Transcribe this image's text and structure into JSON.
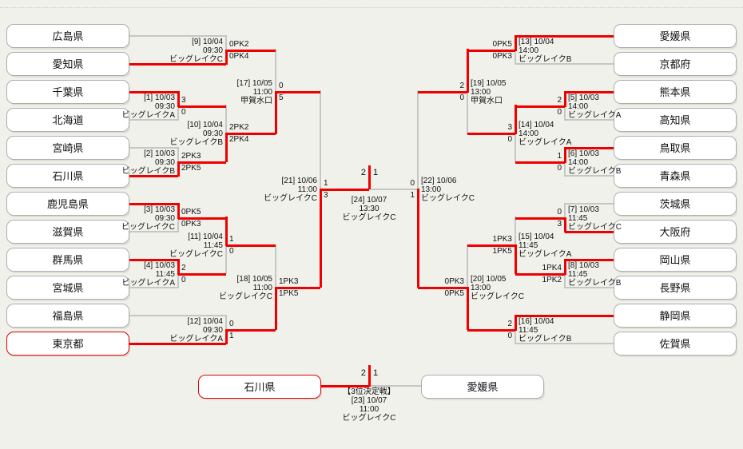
{
  "colors": {
    "background": "#f1f1ec",
    "box_fill": "#ffffff",
    "box_border": "#adadad",
    "highlight_border": "#dd0000",
    "line_gray": "#c6c6c6",
    "line_red": "#ee0000"
  },
  "bracket": {
    "teams_left": [
      {
        "name": "広島県",
        "highlight": false
      },
      {
        "name": "愛知県",
        "highlight": false
      },
      {
        "name": "千葉県",
        "highlight": false
      },
      {
        "name": "北海道",
        "highlight": false
      },
      {
        "name": "宮崎県",
        "highlight": false
      },
      {
        "name": "石川県",
        "highlight": false
      },
      {
        "name": "鹿児島県",
        "highlight": false
      },
      {
        "name": "滋賀県",
        "highlight": false
      },
      {
        "name": "群馬県",
        "highlight": false
      },
      {
        "name": "宮城県",
        "highlight": false
      },
      {
        "name": "福島県",
        "highlight": false
      },
      {
        "name": "東京都",
        "highlight": true
      }
    ],
    "teams_right": [
      {
        "name": "愛媛県",
        "highlight": false
      },
      {
        "name": "京都府",
        "highlight": false
      },
      {
        "name": "熊本県",
        "highlight": false
      },
      {
        "name": "高知県",
        "highlight": false
      },
      {
        "name": "鳥取県",
        "highlight": false
      },
      {
        "name": "青森県",
        "highlight": false
      },
      {
        "name": "茨城県",
        "highlight": false
      },
      {
        "name": "大阪府",
        "highlight": false
      },
      {
        "name": "岡山県",
        "highlight": false
      },
      {
        "name": "長野県",
        "highlight": false
      },
      {
        "name": "静岡県",
        "highlight": false
      },
      {
        "name": "佐賀県",
        "highlight": false
      }
    ],
    "matches": [
      {
        "id": 1,
        "num": "[1]",
        "date": "10/03",
        "time": "09:30",
        "venue": "ビッグレイクA",
        "score_top": "3",
        "score_bottom": "0",
        "winner": "top"
      },
      {
        "id": 2,
        "num": "[2]",
        "date": "10/03",
        "time": "09:30",
        "venue": "ビッグレイクB",
        "score_top": "2PK3",
        "score_bottom": "2PK5",
        "winner": "bottom"
      },
      {
        "id": 3,
        "num": "[3]",
        "date": "10/03",
        "time": "09:30",
        "venue": "ビッグレイクC",
        "score_top": "0PK5",
        "score_bottom": "0PK3",
        "winner": "top"
      },
      {
        "id": 4,
        "num": "[4]",
        "date": "10/03",
        "time": "11:45",
        "venue": "ビッグレイクA",
        "score_top": "2",
        "score_bottom": "0",
        "winner": "top"
      },
      {
        "id": 5,
        "num": "[5]",
        "date": "10/03",
        "time": "14:00",
        "venue": "ビッグレイクA",
        "score_top": "2",
        "score_bottom": "0",
        "winner": "top"
      },
      {
        "id": 6,
        "num": "[6]",
        "date": "10/03",
        "time": "14:00",
        "venue": "ビッグレイクB",
        "score_top": "1",
        "score_bottom": "0",
        "winner": "top"
      },
      {
        "id": 7,
        "num": "[7]",
        "date": "10/03",
        "time": "11:45",
        "venue": "ビッグレイクC",
        "score_top": "0",
        "score_bottom": "3",
        "winner": "bottom"
      },
      {
        "id": 8,
        "num": "[8]",
        "date": "10/03",
        "time": "11:45",
        "venue": "ビッグレイクB",
        "score_top": "1PK4",
        "score_bottom": "1PK2",
        "winner": "top"
      },
      {
        "id": 9,
        "num": "[9]",
        "date": "10/04",
        "time": "09:30",
        "venue": "ビッグレイクC",
        "score_top": "0PK2",
        "score_bottom": "0PK4",
        "winner": "bottom"
      },
      {
        "id": 10,
        "num": "[10]",
        "date": "10/04",
        "time": "09:30",
        "venue": "ビッグレイクB",
        "score_top": "2PK2",
        "score_bottom": "2PK4",
        "winner": "bottom"
      },
      {
        "id": 11,
        "num": "[11]",
        "date": "10/04",
        "time": "11:45",
        "venue": "ビッグレイクC",
        "score_top": "1",
        "score_bottom": "0",
        "winner": "top"
      },
      {
        "id": 12,
        "num": "[12]",
        "date": "10/04",
        "time": "09:30",
        "venue": "ビッグレイクA",
        "score_top": "0",
        "score_bottom": "1",
        "winner": "bottom"
      },
      {
        "id": 13,
        "num": "[13]",
        "date": "10/04",
        "time": "14:00",
        "venue": "ビッグレイクB",
        "score_top": "0PK5",
        "score_bottom": "0PK3",
        "winner": "top"
      },
      {
        "id": 14,
        "num": "[14]",
        "date": "10/04",
        "time": "14:00",
        "venue": "ビッグレイクA",
        "score_top": "3",
        "score_bottom": "0",
        "winner": "top"
      },
      {
        "id": 15,
        "num": "[15]",
        "date": "10/04",
        "time": "11:45",
        "venue": "ビッグレイクA",
        "score_top": "1PK3",
        "score_bottom": "1PK5",
        "winner": "bottom"
      },
      {
        "id": 16,
        "num": "[16]",
        "date": "10/04",
        "time": "11:45",
        "venue": "ビッグレイクB",
        "score_top": "2",
        "score_bottom": "0",
        "winner": "top"
      },
      {
        "id": 17,
        "num": "[17]",
        "date": "10/05",
        "time": "11:00",
        "venue": "甲賀水口",
        "score_top": "0",
        "score_bottom": "5",
        "winner": "bottom"
      },
      {
        "id": 18,
        "num": "[18]",
        "date": "10/05",
        "time": "11:00",
        "venue": "ビッグレイクC",
        "score_top": "1PK3",
        "score_bottom": "1PK5",
        "winner": "bottom"
      },
      {
        "id": 19,
        "num": "[19]",
        "date": "10/05",
        "time": "13:00",
        "venue": "甲賀水口",
        "score_top": "2",
        "score_bottom": "0",
        "winner": "top"
      },
      {
        "id": 20,
        "num": "[20]",
        "date": "10/05",
        "time": "13:00",
        "venue": "ビッグレイクC",
        "score_top": "0PK3",
        "score_bottom": "0PK5",
        "winner": "bottom"
      },
      {
        "id": 21,
        "num": "[21]",
        "date": "10/06",
        "time": "11:00",
        "venue": "ビッグレイクC",
        "score_top": "1",
        "score_bottom": "3",
        "winner": "bottom"
      },
      {
        "id": 22,
        "num": "[22]",
        "date": "10/06",
        "time": "13:00",
        "venue": "ビッグレイクC",
        "score_top": "0",
        "score_bottom": "1",
        "winner": "bottom"
      }
    ],
    "final": {
      "num": "[24]",
      "date": "10/07",
      "time": "13:30",
      "venue": "ビッグレイクC",
      "score_left": "2",
      "score_right": "1",
      "winner": "left"
    },
    "third_place": {
      "title": "【3位決定戦】",
      "num": "[23]",
      "date": "10/07",
      "time": "11:00",
      "venue": "ビッグレイクC",
      "team_left": {
        "name": "石川県",
        "highlight": true
      },
      "team_right": {
        "name": "愛媛県",
        "highlight": false
      },
      "score_left": "2",
      "score_right": "1",
      "winner": "left"
    }
  }
}
